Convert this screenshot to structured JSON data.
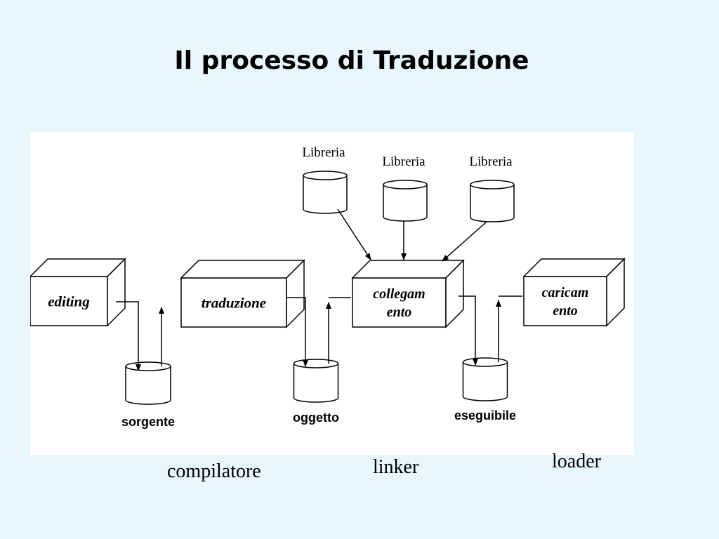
{
  "title": "Il processo di Traduzione",
  "diagram": {
    "processes": [
      {
        "id": "editing",
        "lines": [
          "editing"
        ]
      },
      {
        "id": "traduzione",
        "lines": [
          "traduzione"
        ]
      },
      {
        "id": "collegamento",
        "lines": [
          "collegam",
          "ento"
        ]
      },
      {
        "id": "caricamento",
        "lines": [
          "caricam",
          "ento"
        ]
      }
    ],
    "stores": [
      {
        "id": "sorgente",
        "label": "sorgente"
      },
      {
        "id": "oggetto",
        "label": "oggetto"
      },
      {
        "id": "eseguibile",
        "label": "eseguibile"
      }
    ],
    "libraries": [
      {
        "id": "lib1",
        "label": "Libreria"
      },
      {
        "id": "lib2",
        "label": "Libreria"
      },
      {
        "id": "lib3",
        "label": "Libreria"
      }
    ],
    "line_color": "#000000"
  },
  "captions": {
    "compilatore": "compilatore",
    "linker": "linker",
    "loader": "loader"
  }
}
